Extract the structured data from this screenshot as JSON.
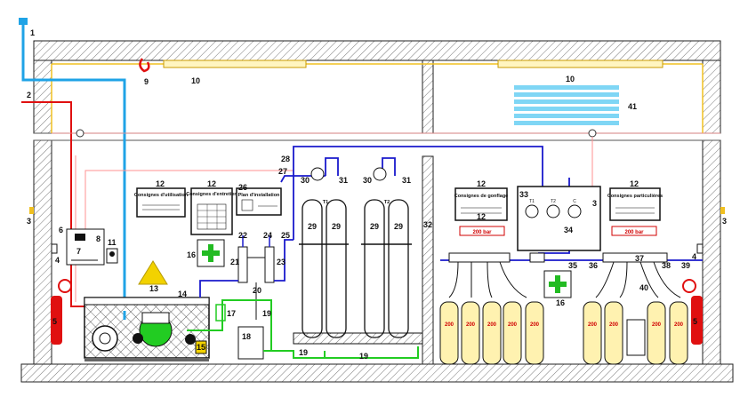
{
  "colors": {
    "air_pipe": "#1fa3e6",
    "power_line": "#e01010",
    "hp_line": "#1a1acc",
    "lp_line": "#22cc22",
    "lighting": "#f0c020",
    "wall_hatch": "#555555",
    "first_aid": "#22bb22",
    "warning": "#f2d200"
  },
  "callouts": [
    "1",
    "2",
    "3",
    "3",
    "3",
    "4",
    "4",
    "5",
    "5",
    "6",
    "7",
    "8",
    "9",
    "10",
    "10",
    "11",
    "12",
    "12",
    "12",
    "12",
    "12",
    "13",
    "14",
    "15",
    "16",
    "16",
    "17",
    "18",
    "19",
    "19",
    "19",
    "20",
    "21",
    "22",
    "23",
    "24",
    "25",
    "26",
    "27",
    "28",
    "29",
    "29",
    "29",
    "29",
    "30",
    "30",
    "31",
    "31",
    "32",
    "33",
    "34",
    "35",
    "36",
    "37",
    "38",
    "39",
    "40",
    "41"
  ],
  "panels": {
    "consignes_utilisation": "Consignes d'utilisation",
    "consignes_entretien": "Consignes d'entretien",
    "plan_installation": "Plan d'installation",
    "consignes_gonflage": "Consignes de gonflage",
    "consignes_particulieres": "Consignes particulières"
  },
  "pressure_labels": [
    "200 bar",
    "200 bar"
  ],
  "cylinder_mark": "200",
  "buffer_labels": [
    "T1",
    "T2"
  ],
  "gauge_labels": [
    "T1",
    "T2",
    "C"
  ]
}
